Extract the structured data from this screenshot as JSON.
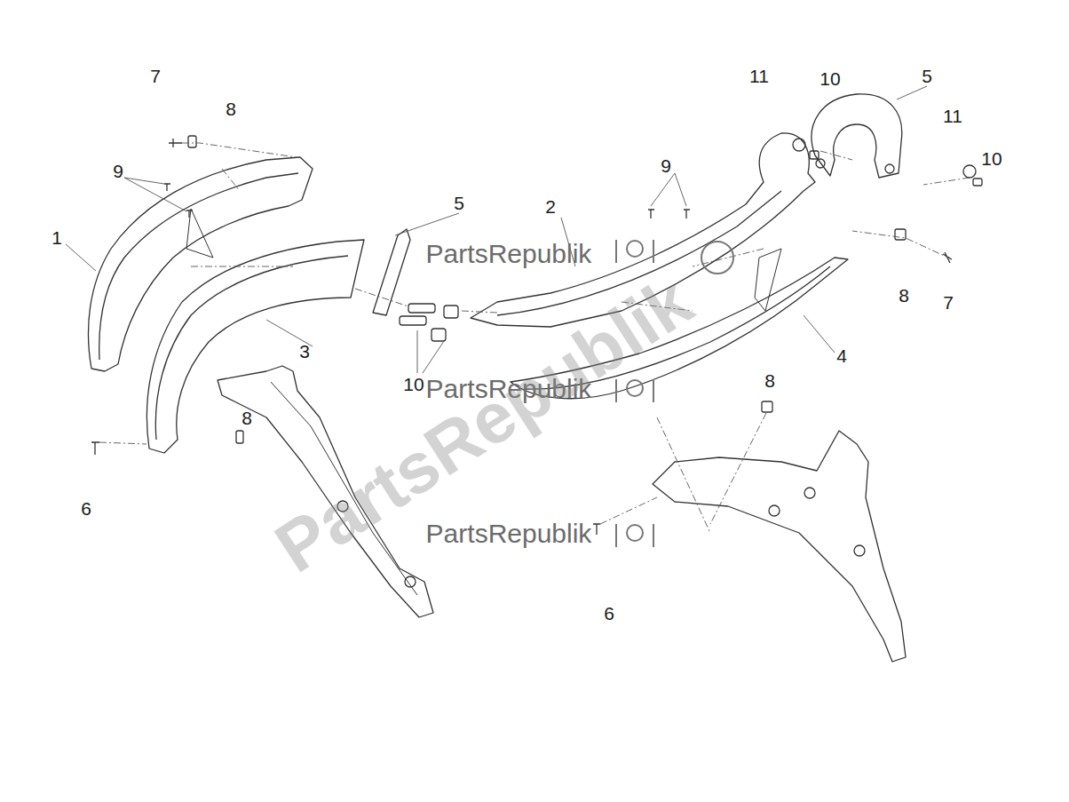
{
  "diagram": {
    "labels": [
      "11",
      "10",
      "5",
      "7",
      "8",
      "11",
      "9",
      "10",
      "5",
      "2",
      "9",
      "1",
      "8",
      "7",
      "3",
      "4",
      "10",
      "8",
      "8",
      "6",
      "6",
      "PartsRepublik",
      "PartsRepublik",
      "PartsRepublik",
      "PartsRepublik"
    ]
  }
}
